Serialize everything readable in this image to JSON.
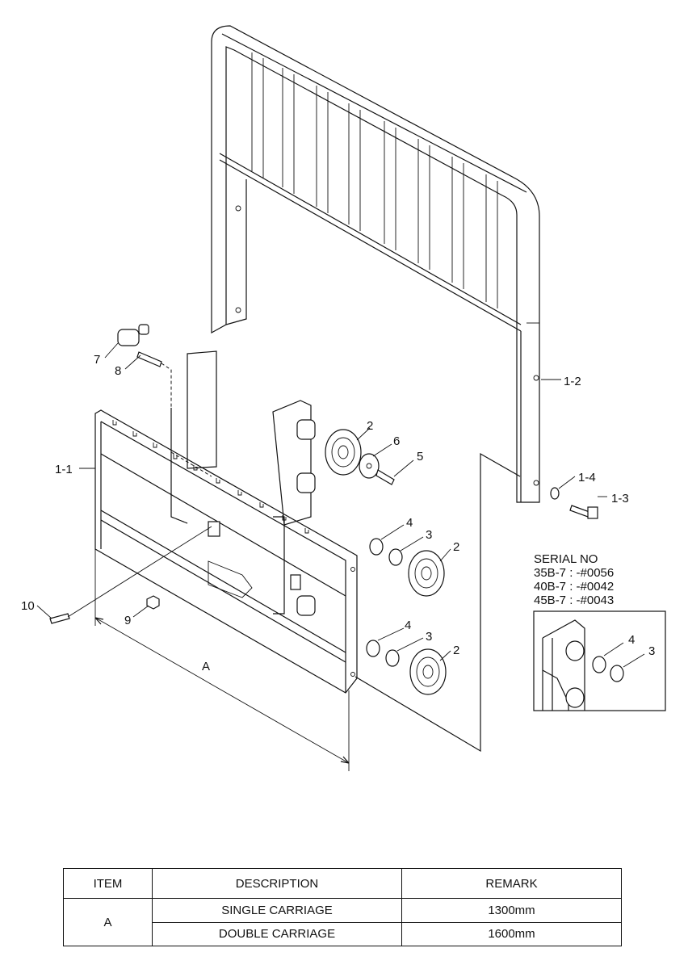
{
  "callouts": {
    "c1_1": "1-1",
    "c1_2": "1-2",
    "c1_3": "1-3",
    "c1_4": "1-4",
    "c2a": "2",
    "c2b": "2",
    "c2c": "2",
    "c3a": "3",
    "c3b": "3",
    "c3c": "3",
    "c4a": "4",
    "c4b": "4",
    "c4c": "4",
    "c5": "5",
    "c6": "6",
    "c7": "7",
    "c8": "8",
    "c9": "9",
    "c10": "10",
    "dim_a": "A"
  },
  "serial": {
    "title": "SERIAL NO",
    "lines": [
      "35B-7 : -#0056",
      "40B-7 : -#0042",
      "45B-7 : -#0043"
    ]
  },
  "table": {
    "headers": {
      "item": "ITEM",
      "description": "DESCRIPTION",
      "remark": "REMARK"
    },
    "item": "A",
    "rows": [
      {
        "description": "SINGLE CARRIAGE",
        "remark": "1300mm"
      },
      {
        "description": "DOUBLE CARRIAGE",
        "remark": "1600mm"
      }
    ]
  }
}
